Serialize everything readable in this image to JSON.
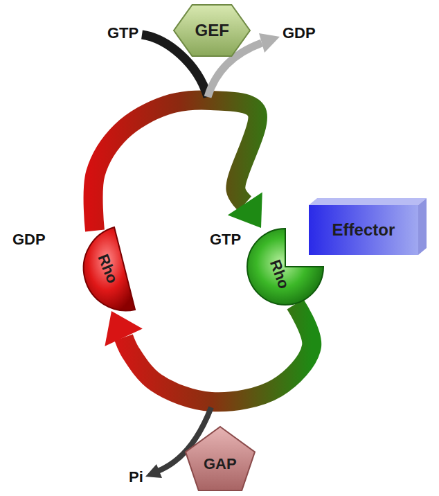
{
  "diagram": {
    "nodes": [
      {
        "text": [
          "GEF"
        ]
      },
      {
        "text": [
          "Rho"
        ]
      },
      {
        "text": [
          "Rho"
        ]
      },
      {
        "text": [
          "Effector"
        ]
      },
      {
        "text": [
          "GAP"
        ]
      }
    ],
    "edges": [
      {
        "from": 1,
        "to": 2,
        "arrow": "to"
      },
      {
        "from": 2,
        "to": 1,
        "arrow": "to"
      }
    ],
    "labels": [
      "GTP",
      "GDP",
      "GDP",
      "GTP",
      "Pi"
    ]
  }
}
